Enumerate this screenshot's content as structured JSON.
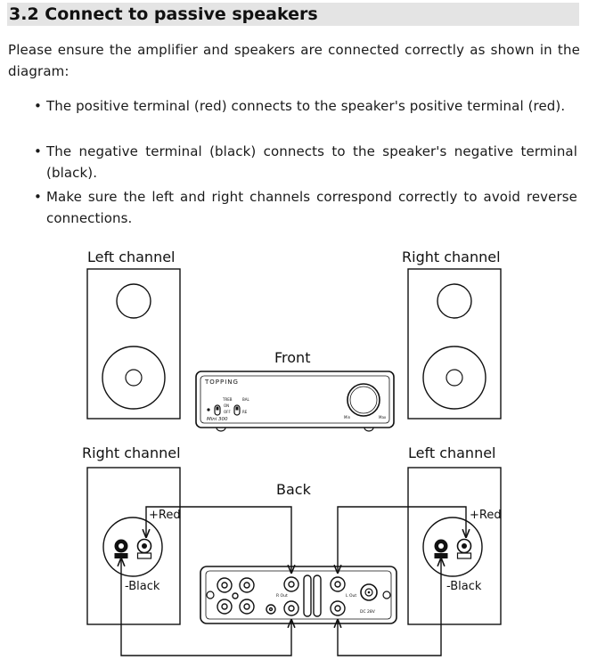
{
  "section": {
    "title": "3.2 Connect to passive speakers",
    "intro": "Please ensure the amplifier and speakers are connected correctly as shown in the diagram:",
    "bullets": [
      "The positive terminal (red) connects to the speaker's positive terminal (red).",
      "The negative terminal (black) connects to the speaker's negative terminal (black).",
      "Make sure the left and right channels correspond correctly to avoid reverse connections."
    ],
    "bullet_glyph": "•"
  },
  "diagram": {
    "top_left_label": "Left channel",
    "top_right_label": "Right channel",
    "front_label": "Front",
    "back_label": "Back",
    "bottom_left_label": "Right channel",
    "bottom_right_label": "Left channel",
    "plus_red_label": "+Red",
    "minus_black_label": "-Black",
    "brand_logo": "TOPPING",
    "model_name": "Mini 300",
    "front_switch_labels": [
      "TREB",
      "ON",
      "OFF",
      "BAL",
      "RE"
    ],
    "knob_labels": [
      "Min",
      "Max"
    ],
    "back_labels": {
      "r_out": "R Out",
      "l_out": "L Out",
      "dc": "DC 28V"
    }
  }
}
